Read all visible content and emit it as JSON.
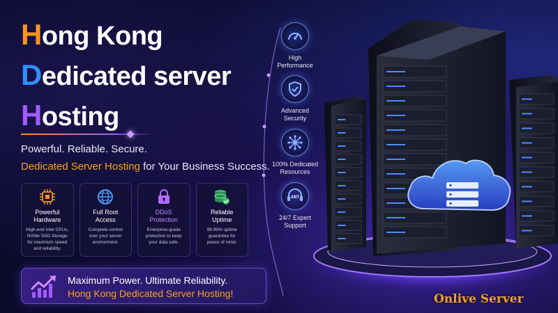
{
  "headline": {
    "line1": {
      "cap": "H",
      "rest": "ong Kong",
      "cap_color": "#f7931e"
    },
    "line2": {
      "cap": "D",
      "rest": "edicated server",
      "cap_color": "#2f8fff"
    },
    "line3": {
      "cap": "H",
      "rest": "osting",
      "cap_color": "#a35bff"
    }
  },
  "tagline": "Powerful. Reliable. Secure.",
  "subline": {
    "highlight": "Dedicated Server Hosting",
    "rest": " for Your Business Success."
  },
  "cards": [
    {
      "icon": "cpu-icon",
      "title": "Powerful\nHardware",
      "desc": "High-end Intel CPUs,\nNVMe SSD Storage\nfor maximum speed\nand reliability."
    },
    {
      "icon": "globe-icon",
      "title": "Full Root\nAccess",
      "desc": "Complete control\nover your server\nenvironment."
    },
    {
      "icon": "lock-icon",
      "title": "DDoS\nProtection",
      "desc": "Enterprise-grade\nprotection to keep\nyour data safe."
    },
    {
      "icon": "database-check-icon",
      "title": "Reliable\nUptime",
      "desc": "99.99% uptime\nguarantee for\npeace of mind."
    }
  ],
  "banner": {
    "line1": "Maximum Power. Ultimate Reliability.",
    "line2": "Hong Kong Dedicated Server Hosting!"
  },
  "features": [
    {
      "icon": "speedometer-icon",
      "label": "High\nPerformance"
    },
    {
      "icon": "shield-check-icon",
      "label": "Advanced\nSecurity"
    },
    {
      "icon": "network-hub-icon",
      "label": "100% Dedicated\nResources"
    },
    {
      "icon": "headset-24-7-icon",
      "label": "24/7 Expert\nSupport",
      "badge": "24/7"
    }
  ],
  "logo": "Onlive Server",
  "colors": {
    "accent_orange": "#f7a21b",
    "accent_purple": "#a35bff",
    "accent_blue": "#2f8fff"
  }
}
